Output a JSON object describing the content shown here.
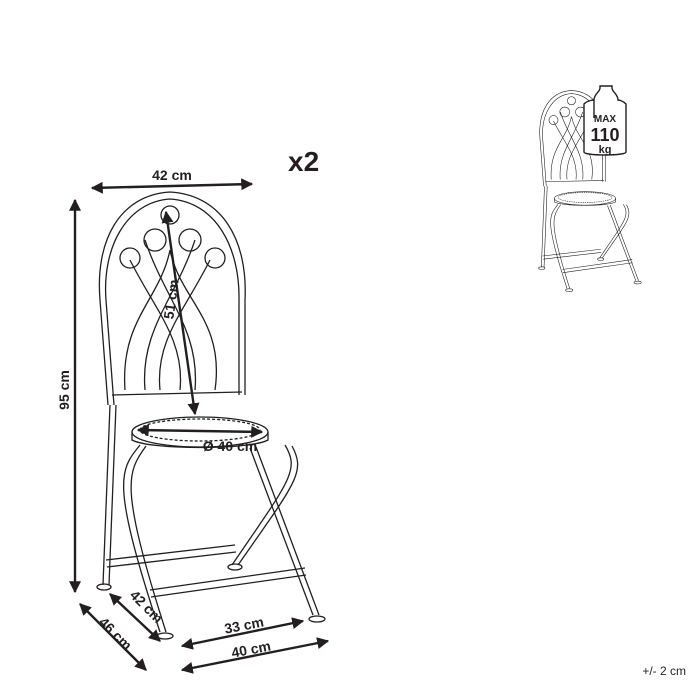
{
  "quantity": "x2",
  "dimensions": {
    "back_width": "42 cm",
    "height": "95 cm",
    "backrest_height": "51 cm",
    "seat_diameter": "Ø 40 cm",
    "seat_depth": "42 cm",
    "base_depth": "46 cm",
    "inner_width": "33 cm",
    "base_width": "40 cm"
  },
  "weight_badge": {
    "max": "MAX",
    "value": "110",
    "unit": "kg"
  },
  "tolerance": "+/- 2 cm",
  "colors": {
    "line": "#231f20",
    "background": "#ffffff"
  }
}
